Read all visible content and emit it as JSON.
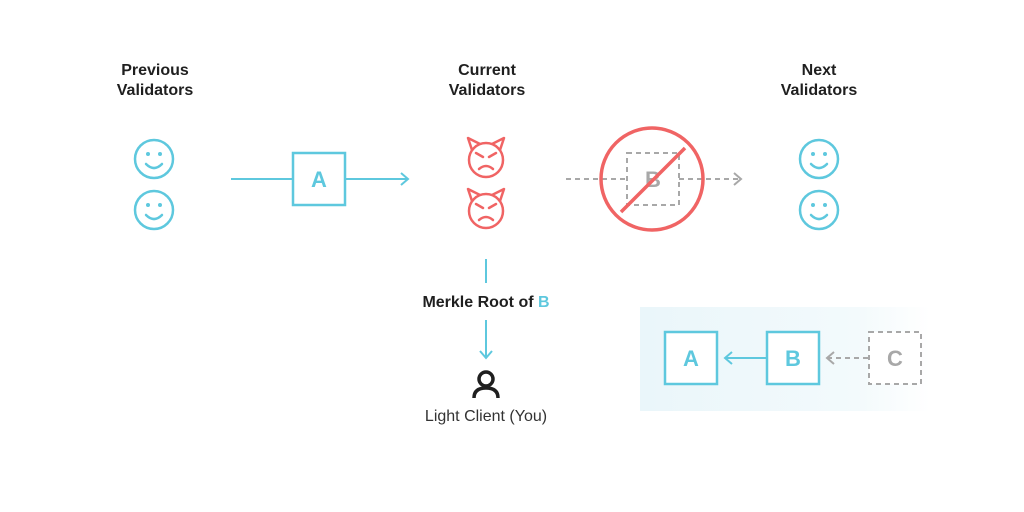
{
  "columns": {
    "previous": {
      "line1": "Previous",
      "line2": "Validators"
    },
    "current": {
      "line1": "Current",
      "line2": "Validators"
    },
    "next": {
      "line1": "Next",
      "line2": "Validators"
    }
  },
  "blocks": {
    "a": "A",
    "b_rejected": "B"
  },
  "merkle": {
    "prefix": "Merkle Root of ",
    "block": "B"
  },
  "light_client": {
    "label": "Light Client (You)"
  },
  "chain": {
    "a": "A",
    "b": "B",
    "c": "C"
  },
  "colors": {
    "honest": "#5ec8de",
    "malicious": "#f06464",
    "pending": "#a8a8a8",
    "text": "#1f1f1f",
    "chain_bg": "#eef8fb"
  },
  "icons": {
    "honest_validator": "smiley-face-icon",
    "malicious_validator": "devil-face-icon",
    "rejected": "prohibited-icon",
    "light_client": "person-icon"
  }
}
